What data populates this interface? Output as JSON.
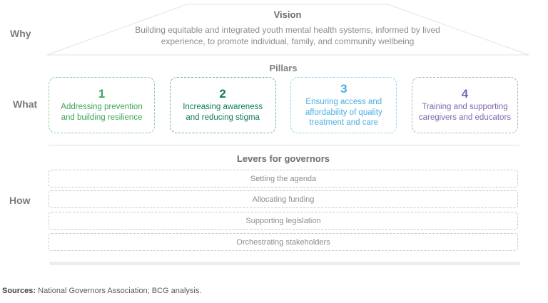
{
  "labels": {
    "why": "Why",
    "what": "What",
    "how": "How"
  },
  "vision": {
    "title": "Vision",
    "text": "Building equitable and integrated youth mental health systems, informed by lived experience, to promote individual, family, and community wellbeing"
  },
  "pillars": {
    "title": "Pillars",
    "items": [
      {
        "number": "1",
        "label": "Addressing prevention and building resilience",
        "color": "#3ea65b",
        "border": "#8fcb9b"
      },
      {
        "number": "2",
        "label": "Increasing awareness and reducing stigma",
        "color": "#0d7a5e",
        "border": "#6fb2a3"
      },
      {
        "number": "3",
        "label": "Ensuring access and affordability of quality treatment and care",
        "color": "#47afe1",
        "border": "#97d2ee"
      },
      {
        "number": "4",
        "label": "Training and supporting caregivers and educators",
        "color": "#8266ae",
        "border": "#b7aacd"
      }
    ]
  },
  "levers": {
    "title": "Levers for governors",
    "items": [
      "Setting the agenda",
      "Allocating funding",
      "Supporting legislation",
      "Orchestrating stakeholders"
    ]
  },
  "footer": {
    "sources_label": "Sources:",
    "sources_text": " National Governors Association; BCG analysis."
  },
  "colors": {
    "funnel_outline": "#e3e3e3",
    "divider": "#dedede",
    "bottom_bar": "#ededed"
  }
}
